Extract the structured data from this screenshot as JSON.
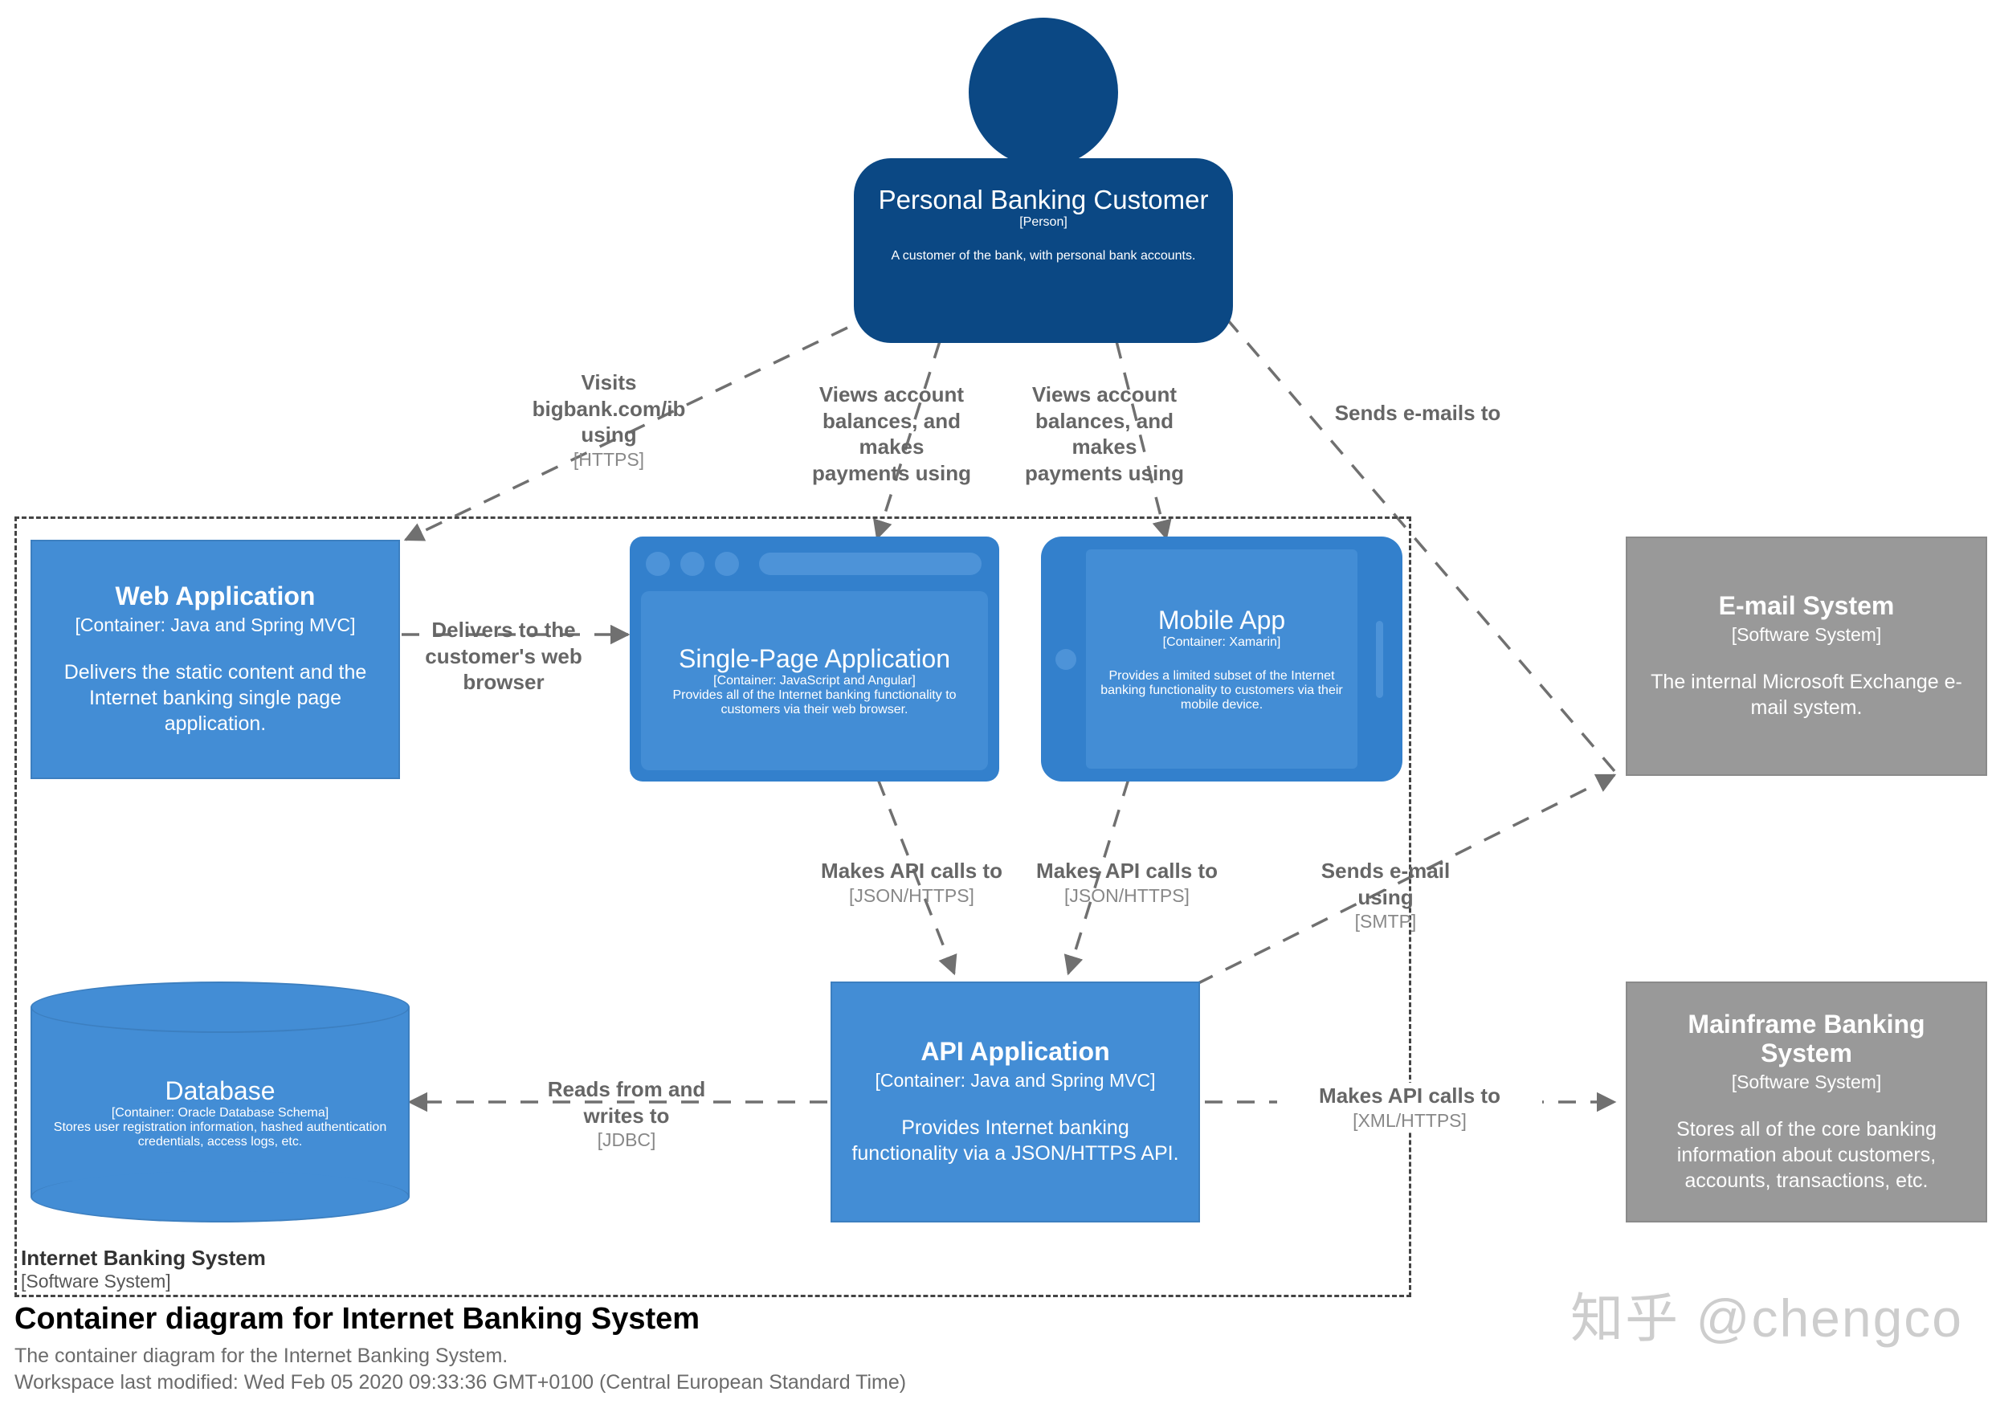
{
  "diagram": {
    "title": "Container diagram for Internet Banking System",
    "subtitle": "The container diagram for the Internet Banking System.",
    "meta": "Workspace last modified: Wed Feb 05 2020 09:33:36 GMT+0100 (Central European Standard Time)",
    "watermark": "知乎 @chengco",
    "colors": {
      "person": "#0b4884",
      "container": "#438dd5",
      "container_frame": "#3380cc",
      "external_system": "#999999",
      "edge": "#707070",
      "boundary": "#444444",
      "label_text": "#666666",
      "label_tech": "#888888"
    }
  },
  "boundary": {
    "name": "Internet Banking System",
    "type": "[Software System]"
  },
  "nodes": [
    {
      "id": "personal-banking-customer",
      "name": "Personal Banking Customer",
      "type": "[Person]",
      "description": "A customer of the bank, with personal bank accounts.",
      "shape": "person",
      "style": "person"
    },
    {
      "id": "web-application",
      "name": "Web Application",
      "type": "[Container: Java and Spring MVC]",
      "description": "Delivers the static content and the Internet banking single page application.",
      "shape": "box",
      "style": "container"
    },
    {
      "id": "single-page-application",
      "name": "Single-Page Application",
      "type": "[Container: JavaScript and Angular]",
      "description": "Provides all of the Internet banking functionality to customers via their web browser.",
      "shape": "browser",
      "style": "container"
    },
    {
      "id": "mobile-app",
      "name": "Mobile App",
      "type": "[Container: Xamarin]",
      "description": "Provides a limited subset of the Internet banking functionality to customers via their mobile device.",
      "shape": "tablet",
      "style": "container"
    },
    {
      "id": "email-system",
      "name": "E-mail System",
      "type": "[Software System]",
      "description": "The internal Microsoft Exchange e-mail system.",
      "shape": "box",
      "style": "external"
    },
    {
      "id": "database",
      "name": "Database",
      "type": "[Container: Oracle Database Schema]",
      "description": "Stores user registration information, hashed authentication credentials, access logs, etc.",
      "shape": "cylinder",
      "style": "container"
    },
    {
      "id": "api-application",
      "name": "API Application",
      "type": "[Container: Java and Spring MVC]",
      "description": "Provides Internet banking functionality via a JSON/HTTPS API.",
      "shape": "box",
      "style": "container"
    },
    {
      "id": "mainframe-banking-system",
      "name": "Mainframe Banking System",
      "type": "[Software System]",
      "description": "Stores all of the core banking information about customers, accounts, transactions, etc.",
      "shape": "box",
      "style": "external"
    }
  ],
  "edges": [
    {
      "id": "customer-to-webapp",
      "from": "personal-banking-customer",
      "to": "web-application",
      "label": "Visits bigbank.com/ib using",
      "technology": "[HTTPS]",
      "line": "dashed"
    },
    {
      "id": "customer-to-spa",
      "from": "personal-banking-customer",
      "to": "single-page-application",
      "label": "Views account balances, and makes payments using",
      "technology": "",
      "line": "dashed"
    },
    {
      "id": "customer-to-mobile",
      "from": "personal-banking-customer",
      "to": "mobile-app",
      "label": "Views account balances, and makes payments using",
      "technology": "",
      "line": "dashed"
    },
    {
      "id": "email-to-customer",
      "from": "email-system",
      "to": "personal-banking-customer",
      "label": "Sends e-mails to",
      "technology": "",
      "line": "dashed"
    },
    {
      "id": "webapp-to-spa",
      "from": "web-application",
      "to": "single-page-application",
      "label": "Delivers to the customer's web browser",
      "technology": "",
      "line": "dashed"
    },
    {
      "id": "spa-to-api",
      "from": "single-page-application",
      "to": "api-application",
      "label": "Makes API calls to",
      "technology": "[JSON/HTTPS]",
      "line": "dashed"
    },
    {
      "id": "mobile-to-api",
      "from": "mobile-app",
      "to": "api-application",
      "label": "Makes API calls to",
      "technology": "[JSON/HTTPS]",
      "line": "dashed"
    },
    {
      "id": "api-to-email",
      "from": "api-application",
      "to": "email-system",
      "label": "Sends e-mail using",
      "technology": "[SMTP]",
      "line": "dashed"
    },
    {
      "id": "api-to-database",
      "from": "api-application",
      "to": "database",
      "label": "Reads from and writes to",
      "technology": "[JDBC]",
      "line": "dashed"
    },
    {
      "id": "api-to-mainframe",
      "from": "api-application",
      "to": "mainframe-banking-system",
      "label": "Makes API calls to",
      "technology": "[XML/HTTPS]",
      "line": "dashed"
    }
  ]
}
